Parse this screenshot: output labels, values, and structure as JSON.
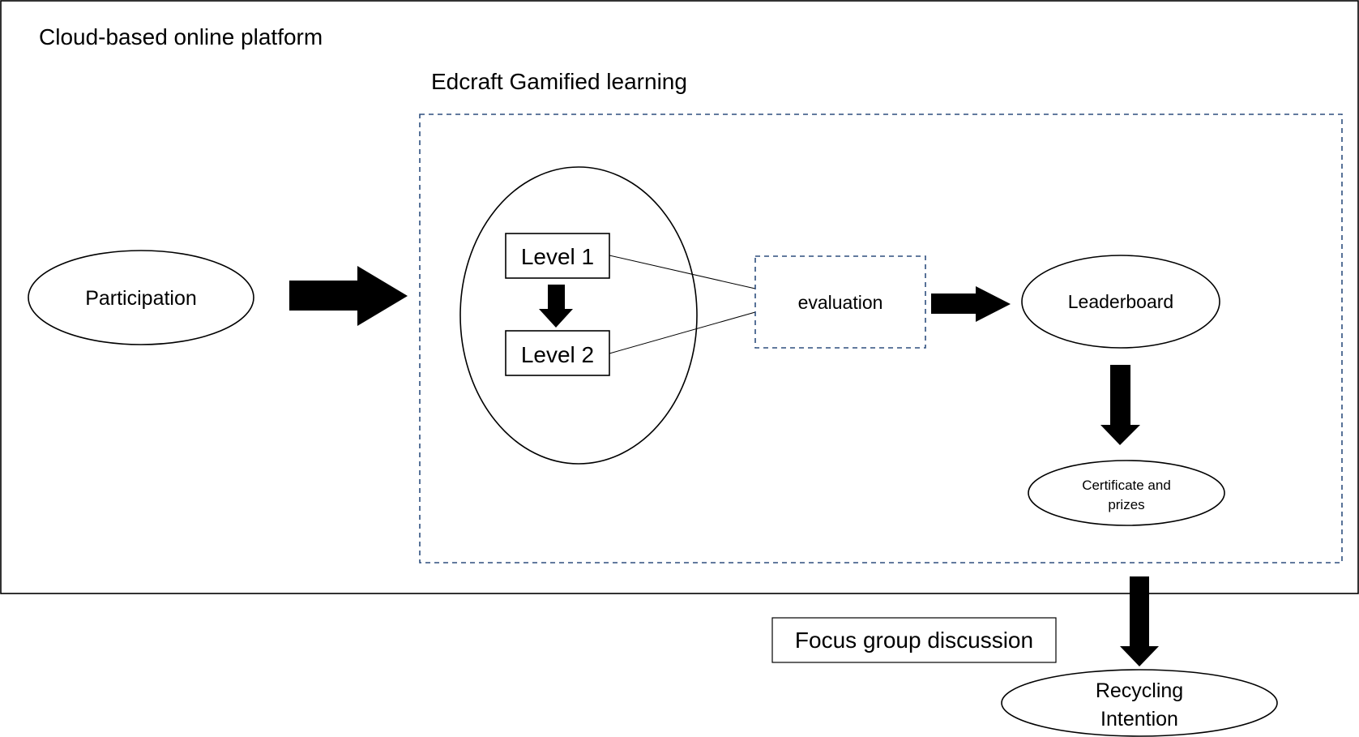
{
  "platform": {
    "label": "Cloud-based online platform"
  },
  "gamified": {
    "label": "Edcraft Gamified learning"
  },
  "nodes": {
    "participation": "Participation",
    "level1": "Level 1",
    "level2": "Level 2",
    "evaluation": "evaluation",
    "leaderboard": "Leaderboard",
    "certificate_line1": "Certificate and",
    "certificate_line2": "prizes",
    "focus_group": "Focus group discussion",
    "recycling_line1": "Recycling",
    "recycling_line2": "Intention"
  },
  "colors": {
    "dashed_border": "#2e4f7f",
    "stroke": "#000000",
    "arrow_fill": "#000000"
  }
}
